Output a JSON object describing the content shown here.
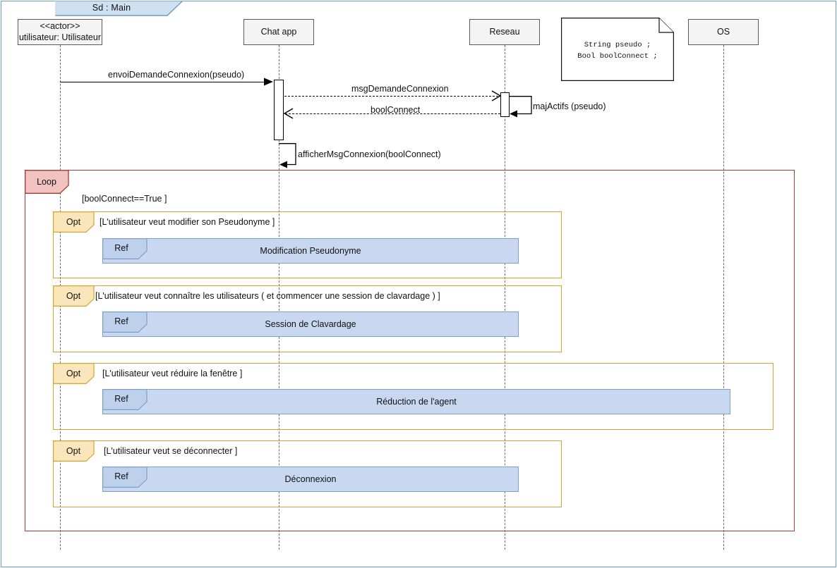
{
  "diagram": {
    "kind": "uml-sequence-diagram",
    "frame_tab": "Sd :  Main",
    "colors": {
      "frame_border": "#6e9ac4",
      "tab_fill": "#cfe0f3",
      "lifeline_head_fill": "#f4f4f4",
      "lifeline_head_border": "#5a5a5a",
      "loop_border": "#a83b33",
      "loop_tab_fill": "#f1c2bf",
      "opt_border": "#d7a230",
      "opt_tab_fill": "#fbe6bb",
      "ref_fill": "#c8d8f0",
      "ref_border": "#7f9fc8",
      "ref_tab_fill": "#bdd0ec",
      "message_color": "#000000"
    }
  },
  "lifelines": [
    {
      "id": "utilisateur",
      "stereotype": "<<actor>>",
      "label": "utilisateur: Utilisateur"
    },
    {
      "id": "chatapp",
      "stereotype": "",
      "label": "Chat app"
    },
    {
      "id": "reseau",
      "stereotype": "",
      "label": "Reseau"
    },
    {
      "id": "os",
      "stereotype": "",
      "label": "OS"
    }
  ],
  "note": {
    "lines": [
      "String pseudo ;",
      "Bool boolConnect ;"
    ]
  },
  "messages": [
    {
      "id": "m1",
      "label": "envoiDemandeConnexion(pseudo)",
      "style": "solid",
      "arrow": "filled",
      "from": "utilisateur",
      "to": "chatapp"
    },
    {
      "id": "m2",
      "label": "msgDemandeConnexion",
      "style": "dashed",
      "arrow": "open",
      "from": "chatapp",
      "to": "reseau"
    },
    {
      "id": "m3",
      "label": "boolConnect",
      "style": "dashed",
      "arrow": "open",
      "from": "reseau",
      "to": "chatapp"
    },
    {
      "id": "m4",
      "label": "majActifs (pseudo)",
      "style": "solid",
      "arrow": "filled",
      "from": "reseau",
      "to": "reseau",
      "self": true
    },
    {
      "id": "m5",
      "label": "afficherMsgConnexion(boolConnect)",
      "style": "solid",
      "arrow": "filled",
      "from": "chatapp",
      "to": "chatapp",
      "self": true
    }
  ],
  "fragments": {
    "loop": {
      "operator": "Loop",
      "guard": "[boolConnect==True ]"
    },
    "opts": [
      {
        "operator": "Opt",
        "guard": "[L'utilisateur veut modifier son Pseudonyme ]",
        "ref": {
          "operator": "Ref",
          "title": "Modification Pseudonyme"
        }
      },
      {
        "operator": "Opt",
        "guard": "[L'utilisateur veut connaître les utilisateurs ( et commencer une session de clavardage ) ]",
        "ref": {
          "operator": "Ref",
          "title": "Session de Clavardage"
        }
      },
      {
        "operator": "Opt",
        "guard": "[L'utilisateur veut réduire la fenêtre ]",
        "ref": {
          "operator": "Ref",
          "title": "Réduction de l'agent"
        }
      },
      {
        "operator": "Opt",
        "guard": "[L'utilisateur veut se déconnecter ]",
        "ref": {
          "operator": "Ref",
          "title": "Déconnexion"
        }
      }
    ]
  }
}
